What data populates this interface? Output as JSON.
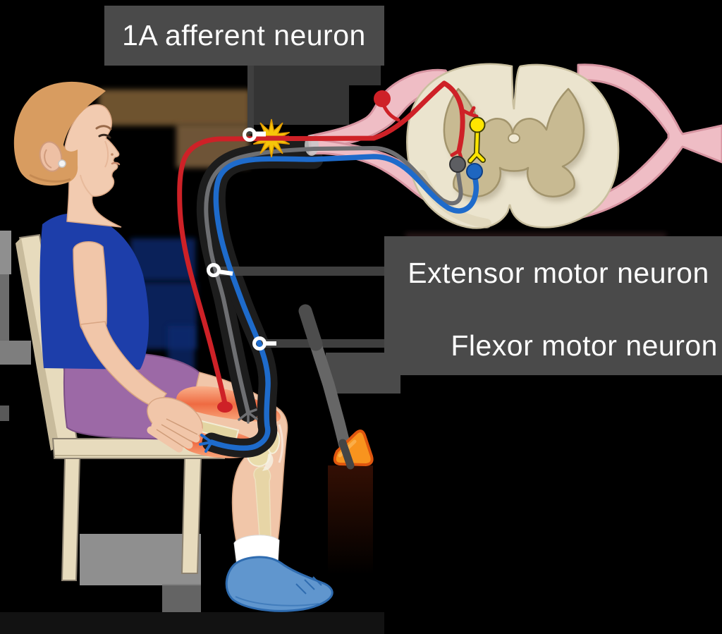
{
  "diagram": {
    "subject": "patellar stretch reflex arc",
    "labels": {
      "afferent": "1A afferent neuron",
      "extensor": "Extensor motor neuron",
      "flexor": "Flexor motor neuron"
    },
    "colors": {
      "background": "#000000",
      "label_box": "#4a4a4a",
      "label_text": "#fdfdfd",
      "leader_line": "#3f3f3f",
      "afferent_fiber_red": "#ce2127",
      "extensor_fiber_gray": "#6e6f72",
      "flexor_fiber_blue": "#1e6bcb",
      "interneuron_yellow": "#ffe500",
      "stimulus_star_gold": "#f6c50a",
      "cord_white_matter": "#ebe4ce",
      "cord_gray_matter": "#c8ba92",
      "nerve_root_pink": "#efbdc5",
      "skin": "#f1c6a9",
      "hair": "#d89c60",
      "shirt_blue": "#1d3eaa",
      "shorts_purple": "#9c69a6",
      "chair_wood": "#e7dbbd",
      "sock": "#ffffff",
      "shoe_blue": "#6096ce",
      "hammer_head_orange": "#f8941e",
      "hammer_handle_gray": "#666666",
      "muscle_red": "#f07a4e",
      "bone_tan": "#e6d7a6"
    }
  }
}
